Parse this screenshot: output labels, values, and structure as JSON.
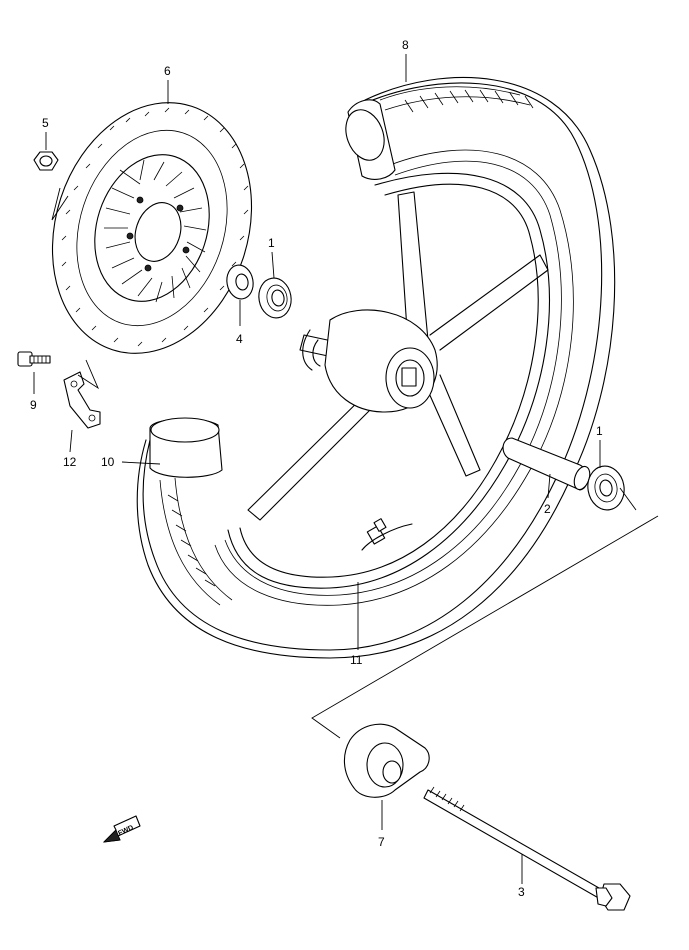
{
  "diagram": {
    "callouts": [
      {
        "id": "1",
        "text": "1"
      },
      {
        "id": "1b",
        "text": "1"
      },
      {
        "id": "2",
        "text": "2"
      },
      {
        "id": "3",
        "text": "3"
      },
      {
        "id": "4",
        "text": "4"
      },
      {
        "id": "5",
        "text": "5"
      },
      {
        "id": "6",
        "text": "6"
      },
      {
        "id": "7",
        "text": "7"
      },
      {
        "id": "8",
        "text": "8"
      },
      {
        "id": "9",
        "text": "9"
      },
      {
        "id": "10",
        "text": "10"
      },
      {
        "id": "11",
        "text": "11"
      },
      {
        "id": "12",
        "text": "12"
      }
    ],
    "fwd_label": "FWD"
  }
}
